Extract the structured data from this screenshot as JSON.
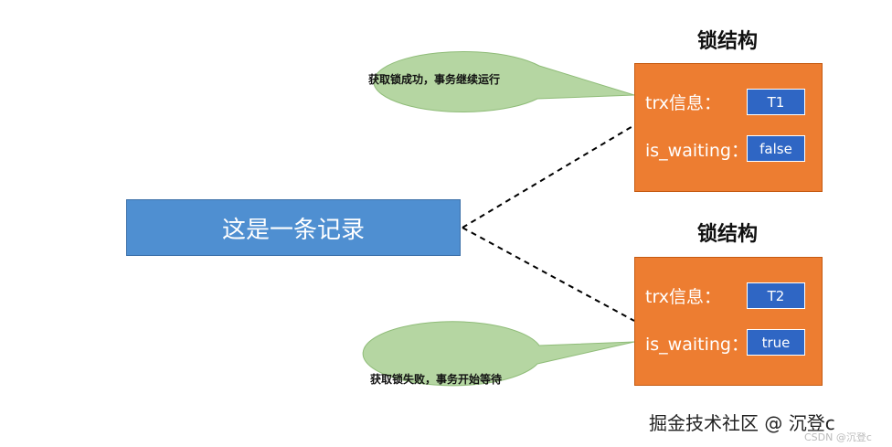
{
  "record": {
    "label": "这是一条记录"
  },
  "locks": [
    {
      "title": "锁结构",
      "trx_label": "trx信息：",
      "trx_value": "T1",
      "waiting_label": "is_waiting：",
      "waiting_value": "false",
      "callout": "获取锁成功，事务继续运行"
    },
    {
      "title": "锁结构",
      "trx_label": "trx信息：",
      "trx_value": "T2",
      "waiting_label": "is_waiting：",
      "waiting_value": "true",
      "callout": "获取锁失败，事务开始等待"
    }
  ],
  "watermark": {
    "main": "掘金技术社区 @ 沉登c",
    "small": "CSDN @沉登c"
  },
  "colors": {
    "record_fill": "#4f8fd1",
    "lock_fill": "#ed7d31",
    "value_fill": "#2f66c4",
    "callout_fill": "#b5d6a2"
  }
}
